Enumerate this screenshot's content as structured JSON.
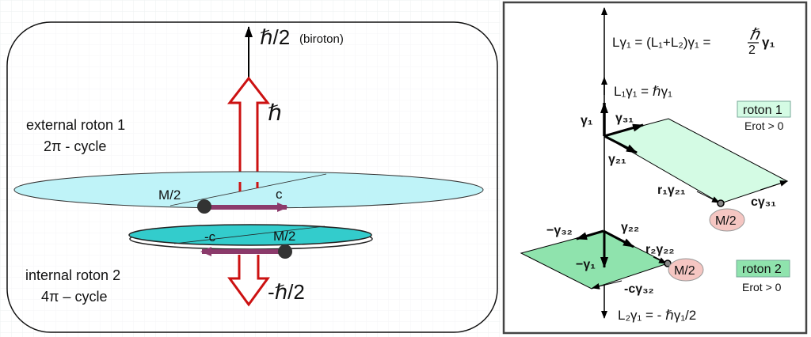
{
  "left": {
    "top_label": "ℏ/2",
    "top_sub": "(biroton)",
    "hbar_label": "ℏ",
    "external_roton": "external roton 1",
    "external_cycle": "2π - cycle",
    "mass_upper": "M/2",
    "c_upper": "c",
    "c_lower": "-c",
    "mass_lower": "M/2",
    "internal_roton": "internal roton 2",
    "internal_cycle": "4π – cycle",
    "bottom_label": "-ℏ/2",
    "colors": {
      "red_arrow": "#cc1111",
      "purple_arrow": "#8b3a6b",
      "disk1": "#bff3f8",
      "disk2": "#33cccc"
    }
  },
  "right": {
    "total_eq": "Lγ₁ = (L₁+L₂)γ₁ = ",
    "total_frac_num": "ℏ",
    "total_frac_den": "2",
    "total_tail": "γ₁",
    "l1_eq": "L₁γ₁ = ℏγ₁",
    "roton1": "roton 1",
    "erot1": "Erot > 0",
    "gamma1": "γ₁",
    "gamma31": "γ₃₁",
    "gamma21": "γ₂₁",
    "r1gamma21": "r₁γ₂₁",
    "cgamma31": "cγ₃₁",
    "mass1": "M/2",
    "minus_gamma32": "−γ₃₂",
    "gamma22": "γ₂₂",
    "r2gamma22": "r₂γ₂₂",
    "minus_gamma1": "−γ₁",
    "minus_cgamma32": "-cγ₃₂",
    "mass2": "M/2",
    "roton2": "roton 2",
    "erot2": "Erot > 0",
    "l2_eq": "L₂γ₁ = - ℏγ₁/2",
    "colors": {
      "plane1": "#d4fbe4",
      "plane2": "#8fe3ad",
      "mass": "#f5c6c2"
    }
  }
}
